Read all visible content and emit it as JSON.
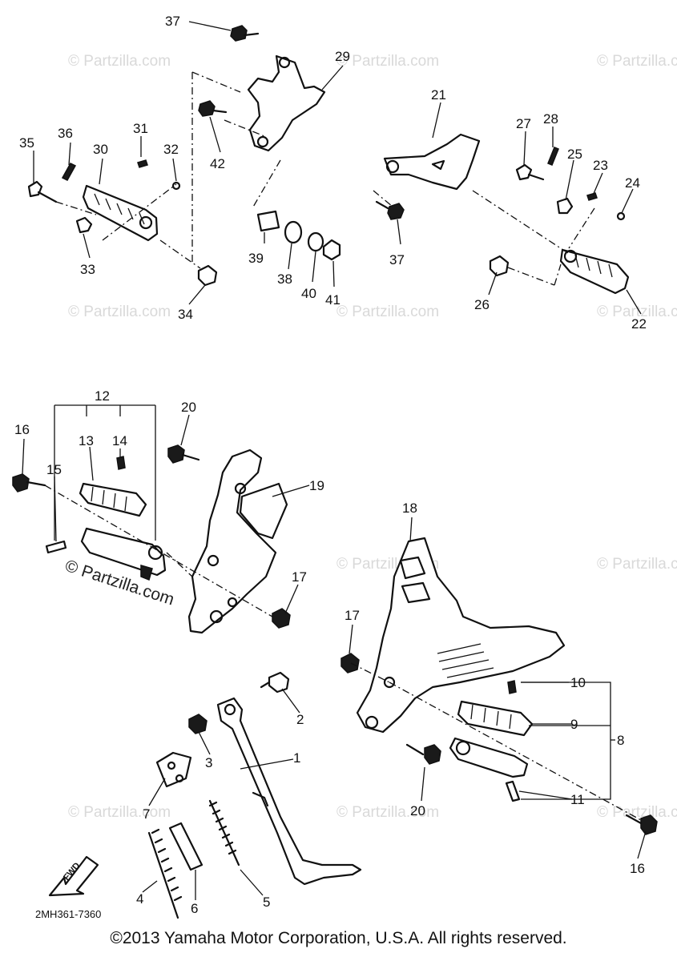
{
  "callouts": {
    "c1": "1",
    "c2": "2",
    "c3": "3",
    "c4": "4",
    "c5": "5",
    "c6": "6",
    "c7": "7",
    "c8": "8",
    "c9": "9",
    "c10": "10",
    "c11": "11",
    "c12": "12",
    "c13": "13",
    "c14": "14",
    "c15": "15",
    "c16a": "16",
    "c16b": "16",
    "c17a": "17",
    "c17b": "17",
    "c18": "18",
    "c19": "19",
    "c20a": "20",
    "c20b": "20",
    "c21": "21",
    "c22": "22",
    "c23": "23",
    "c24": "24",
    "c25": "25",
    "c26": "26",
    "c27": "27",
    "c28": "28",
    "c29": "29",
    "c30": "30",
    "c31": "31",
    "c32": "32",
    "c33": "33",
    "c34": "34",
    "c35": "35",
    "c36": "36",
    "c37a": "37",
    "c37b": "37",
    "c38": "38",
    "c39": "39",
    "c40": "40",
    "c41": "41",
    "c42": "42"
  },
  "watermark": {
    "text": "© Partzilla.com",
    "prominent": "© Partzilla.com"
  },
  "diagram_code": "2MH361-7360",
  "fwd_label": "FWD",
  "copyright": "©2013 Yamaha Motor Corporation, U.S.A. All rights reserved."
}
